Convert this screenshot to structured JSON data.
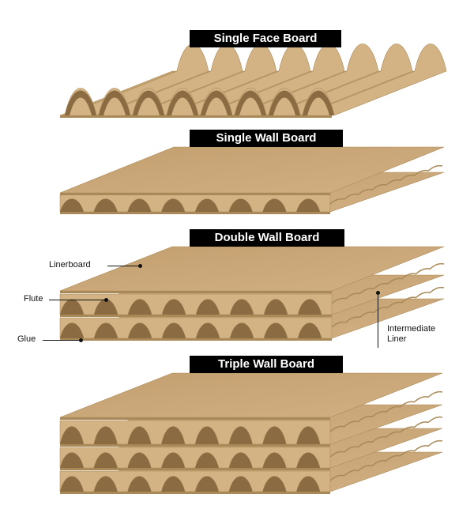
{
  "boards": [
    {
      "id": "single-face",
      "title": "Single Face Board"
    },
    {
      "id": "single-wall",
      "title": "Single Wall Board"
    },
    {
      "id": "double-wall",
      "title": "Double Wall Board"
    },
    {
      "id": "triple-wall",
      "title": "Triple Wall Board"
    }
  ],
  "callouts": {
    "linerboard": "Linerboard",
    "flute": "Flute",
    "glue": "Glue",
    "intermediate_liner": "Intermediate\nLiner"
  },
  "colors": {
    "liner_top": "#c9a678",
    "liner_edge": "#a98957",
    "flute": "#d3b284",
    "flute_shadow": "#8a6b42",
    "title_bg": "#000000",
    "title_text": "#ffffff"
  }
}
